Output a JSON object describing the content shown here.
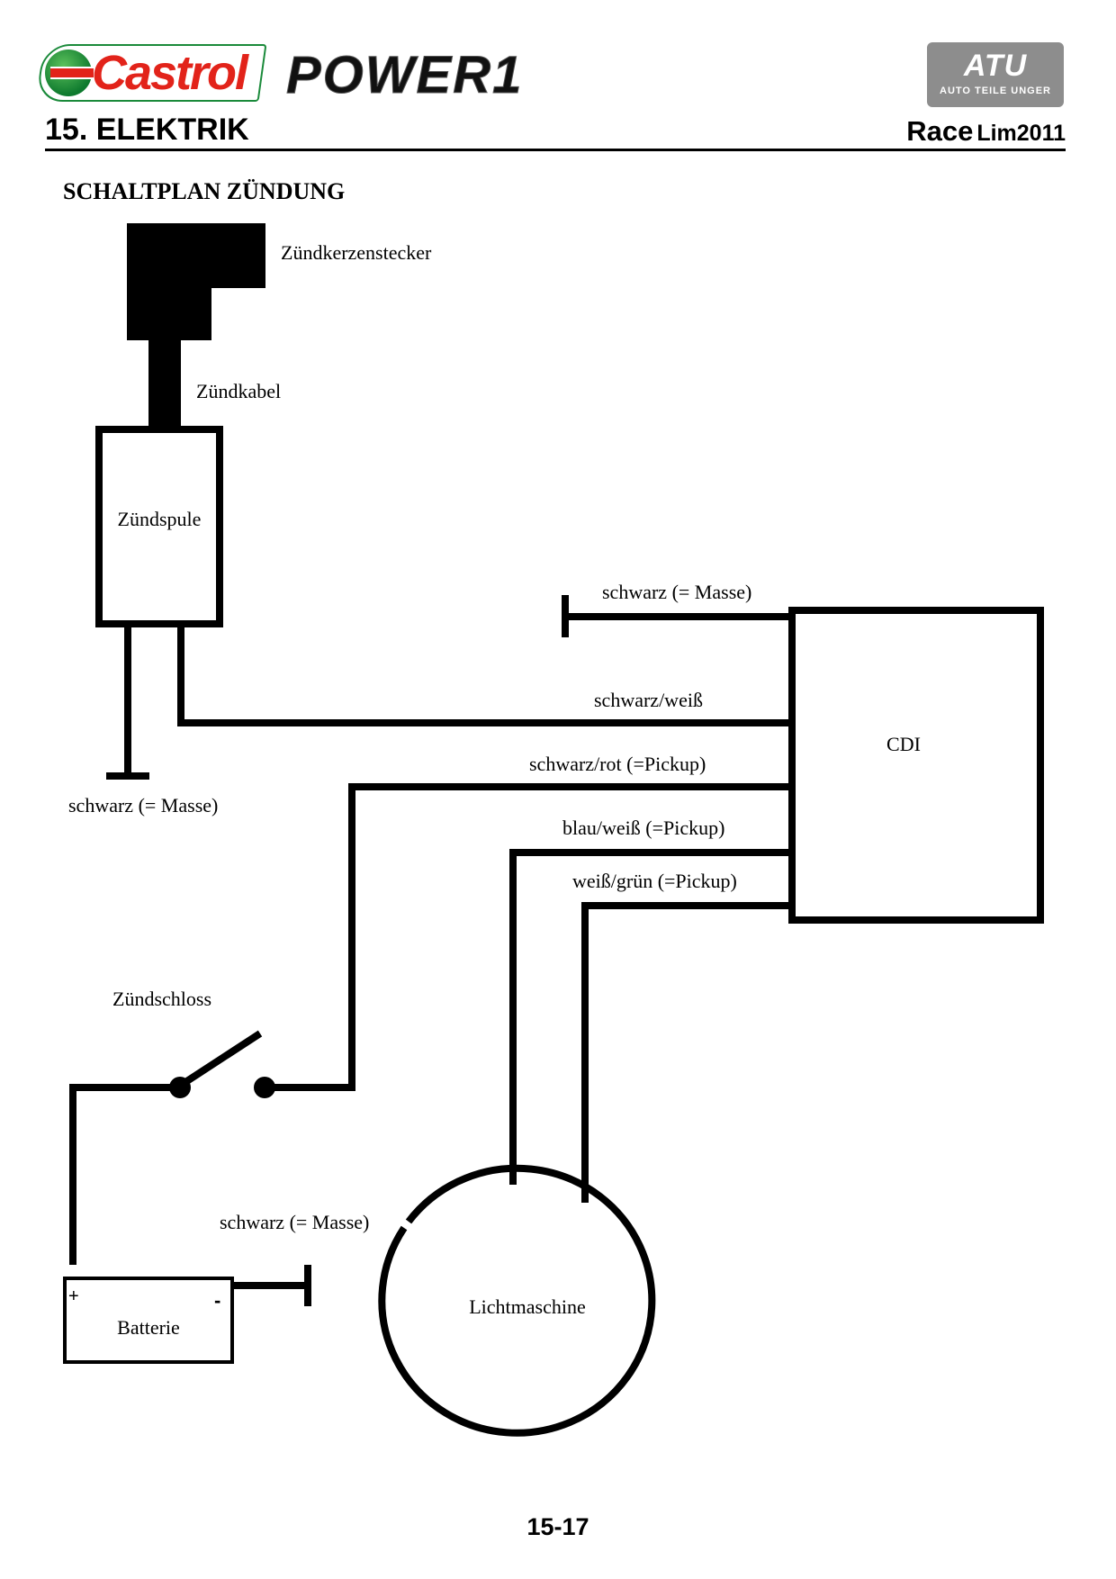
{
  "header": {
    "brand_left": "Castrol",
    "brand_product": "POWER1",
    "brand_right": "ATU",
    "brand_right_sub": "AUTO TEILE UNGER",
    "section_title": "15. ELEKTRIK",
    "model_race": "Race",
    "model_lim": "Lim2011",
    "colors": {
      "castrol_red": "#e2231a",
      "castrol_green": "#1a8a3a",
      "atu_gray": "#8d8d8d"
    }
  },
  "diagram": {
    "title": "SCHALTPLAN ZÜNDUNG",
    "components": {
      "spark_plug_cap": "Zündkerzenstecker",
      "ignition_cable": "Zündkabel",
      "ignition_coil": "Zündspule",
      "cdi": "CDI",
      "ignition_switch": "Zündschloss",
      "battery": "Batterie",
      "battery_plus": "+",
      "battery_minus": "-",
      "alternator": "Lichtmaschine"
    },
    "wires": {
      "coil_ground": "schwarz (= Masse)",
      "cdi_ground": "schwarz (= Masse)",
      "battery_ground": "schwarz (= Masse)",
      "coil_to_cdi": "schwarz/weiß",
      "switch_to_cdi": "schwarz/rot (=Pickup)",
      "alt_blue_white": "blau/weiß (=Pickup)",
      "alt_white_green": "weiß/grün (=Pickup)"
    }
  },
  "footer": {
    "page_number": "15-17"
  }
}
